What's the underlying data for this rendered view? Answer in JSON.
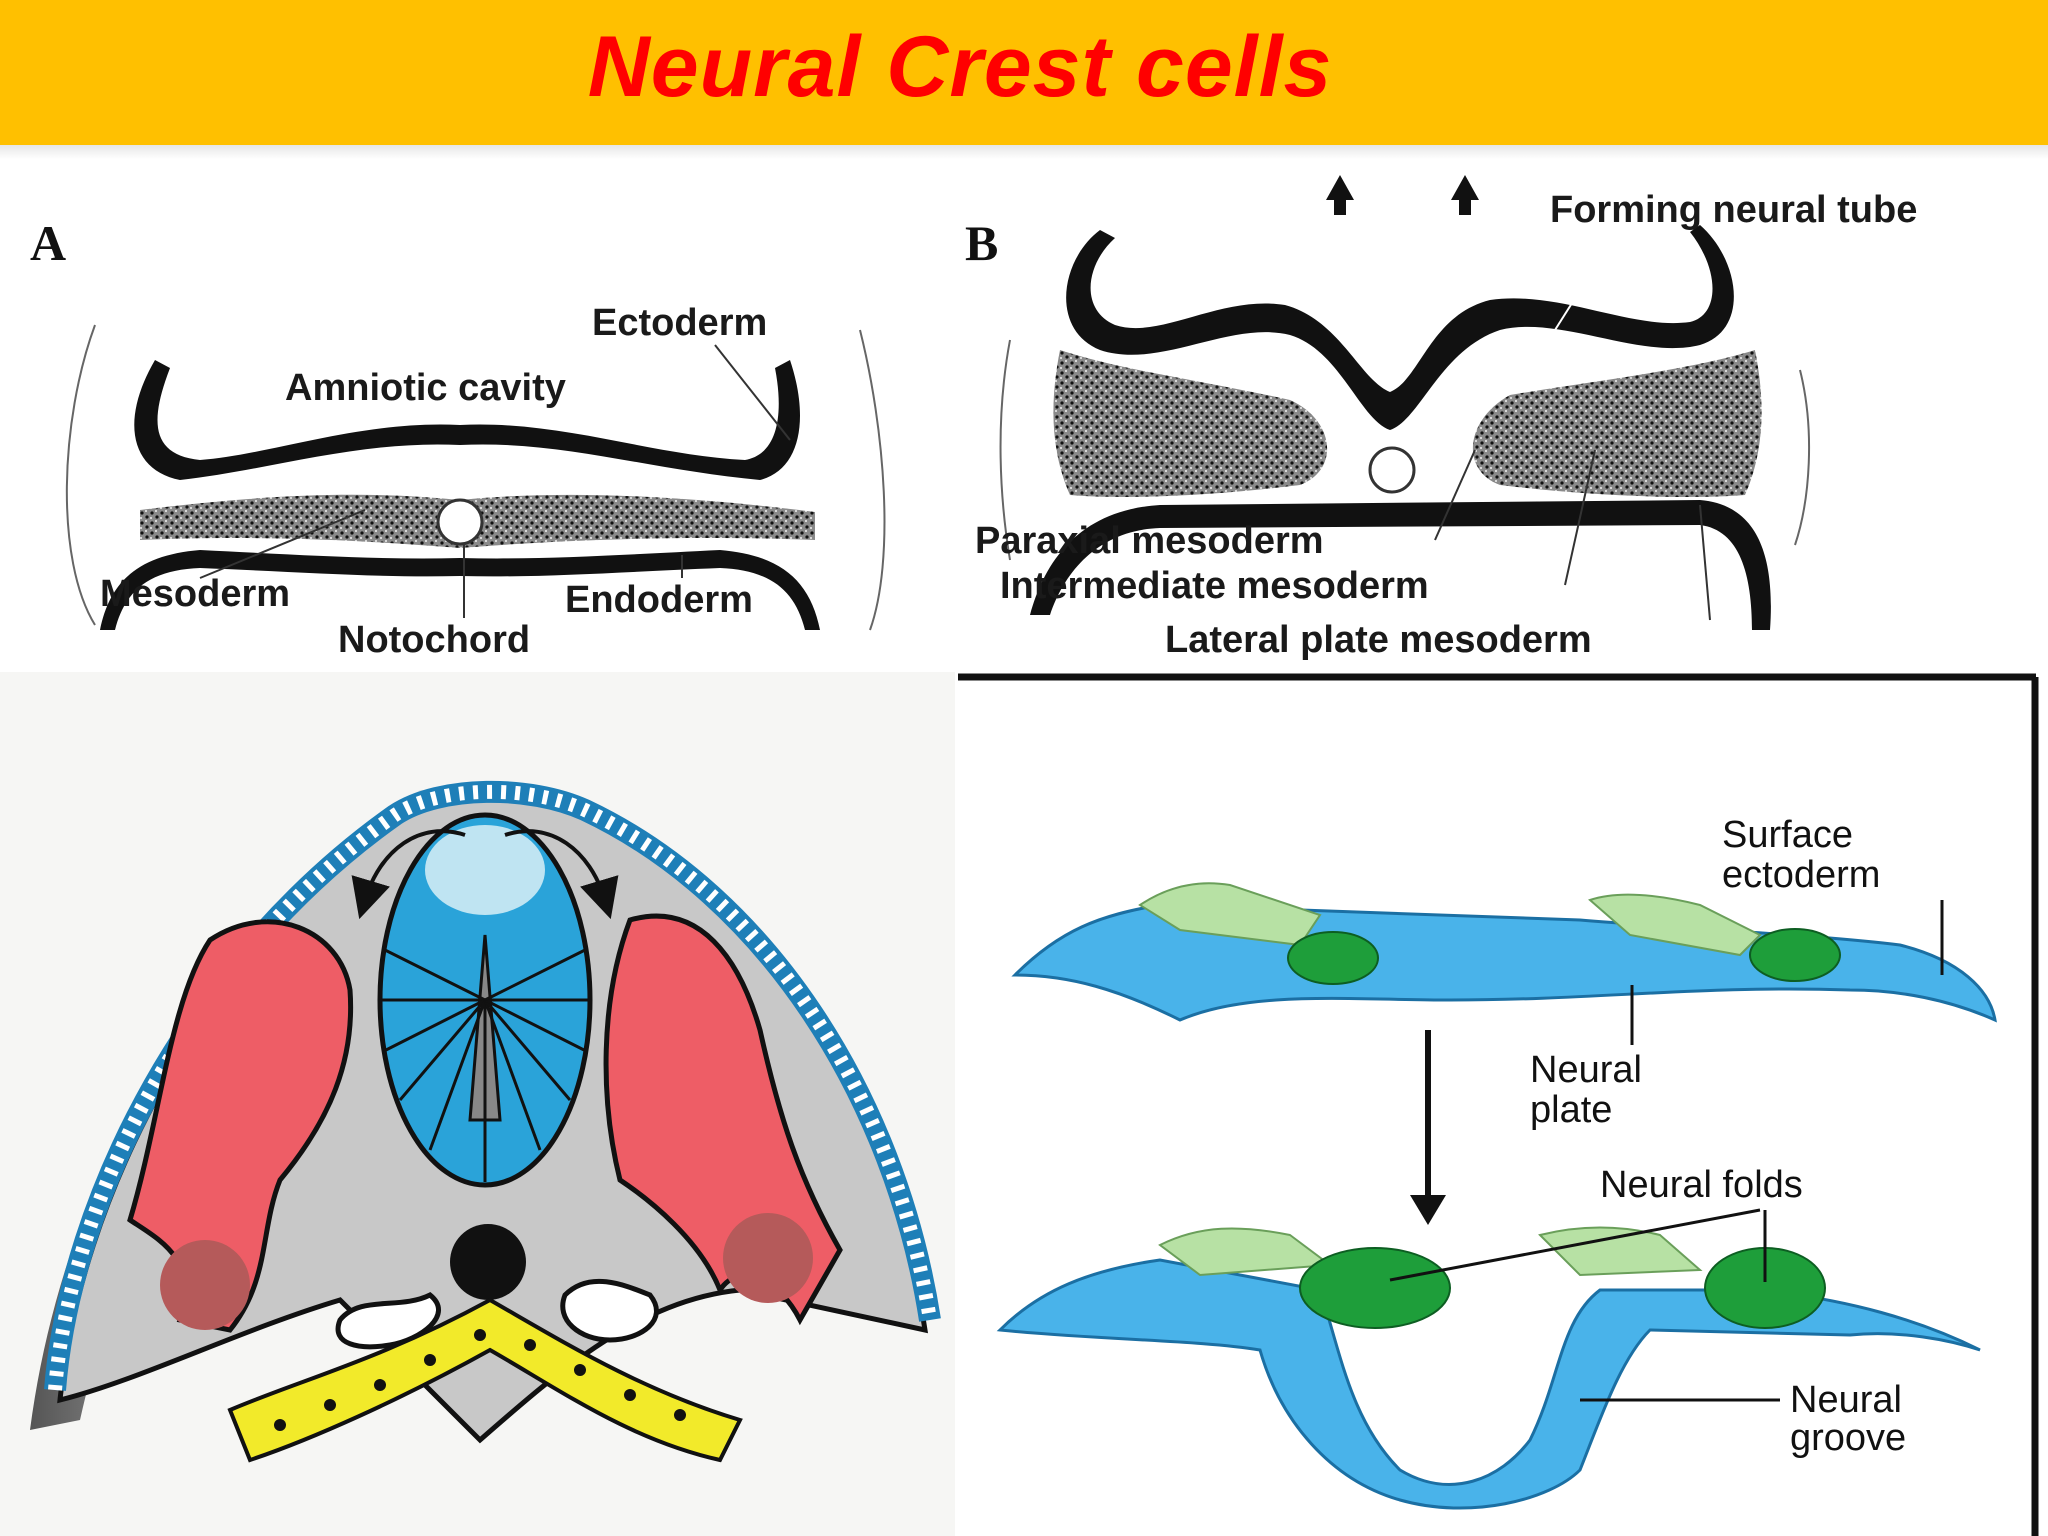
{
  "title": "Neural Crest cells",
  "colors": {
    "title_bar": "#FFC000",
    "title_text": "#FF0000"
  },
  "panel_a": {
    "letter": "A",
    "labels": {
      "ectoderm": "Ectoderm",
      "amniotic_cavity": "Amniotic cavity",
      "mesoderm": "Mesoderm",
      "endoderm": "Endoderm",
      "notochord": "Notochord"
    }
  },
  "panel_b": {
    "letter": "B",
    "labels": {
      "forming_neural_tube": "Forming neural tube",
      "paraxial_mesoderm": "Paraxial mesoderm",
      "intermediate_mesoderm": "Intermediate mesoderm",
      "lateral_plate_mesoderm": "Lateral plate mesoderm"
    }
  },
  "panel_d": {
    "labels": {
      "surface_ectoderm_1": "Surface",
      "surface_ectoderm_2": "ectoderm",
      "neural_plate_1": "Neural",
      "neural_plate_2": "plate",
      "neural_folds": "Neural folds",
      "neural_groove_1": "Neural",
      "neural_groove_2": "groove"
    }
  }
}
